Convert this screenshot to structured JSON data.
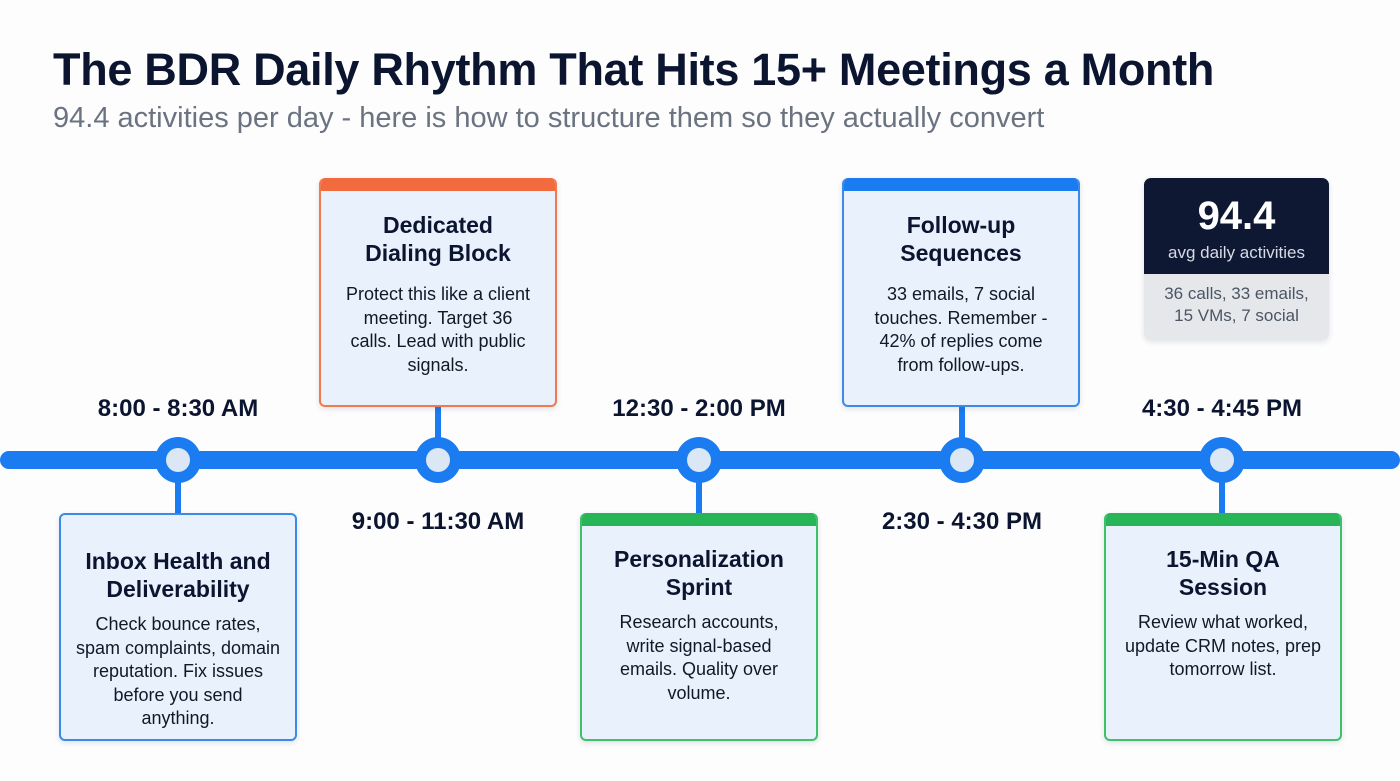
{
  "header": {
    "title": "The BDR Daily Rhythm That Hits 15+ Meetings a Month",
    "subtitle": "94.4 activities per day - here is how to structure them so they actually convert"
  },
  "colors": {
    "timeline": "#1a7cf0",
    "orange_accent": "#f26b3f",
    "green_accent": "#27b558",
    "blue_accent": "#1a7cf0",
    "stat_dark": "#0f1833"
  },
  "timeline": [
    {
      "time": "8:00 - 8:30 AM",
      "title_line1": "Inbox Health and",
      "title_line2": "Deliverability",
      "body": "Check bounce rates, spam complaints, domain reputation. Fix issues before you send anything."
    },
    {
      "time": "9:00 - 11:30 AM",
      "title_line1": "Dedicated",
      "title_line2": "Dialing Block",
      "body": "Protect this like a client meeting. Target 36 calls. Lead with public signals."
    },
    {
      "time": "12:30 - 2:00 PM",
      "title_line1": "Personalization",
      "title_line2": "Sprint",
      "body": "Research accounts, write signal-based emails. Quality over volume."
    },
    {
      "time": "2:30 - 4:30 PM",
      "title_line1": "Follow-up",
      "title_line2": "Sequences",
      "body": "33 emails, 7 social touches. Remember - 42% of replies come from follow-ups."
    },
    {
      "time": "4:30 - 4:45 PM",
      "title_line1": "15-Min QA",
      "title_line2": "Session",
      "body": "Review what worked, update CRM notes, prep tomorrow list."
    }
  ],
  "stat": {
    "value": "94.4",
    "label": "avg daily activities",
    "breakdown_line1": "36 calls, 33 emails,",
    "breakdown_line2": "15 VMs, 7 social"
  }
}
